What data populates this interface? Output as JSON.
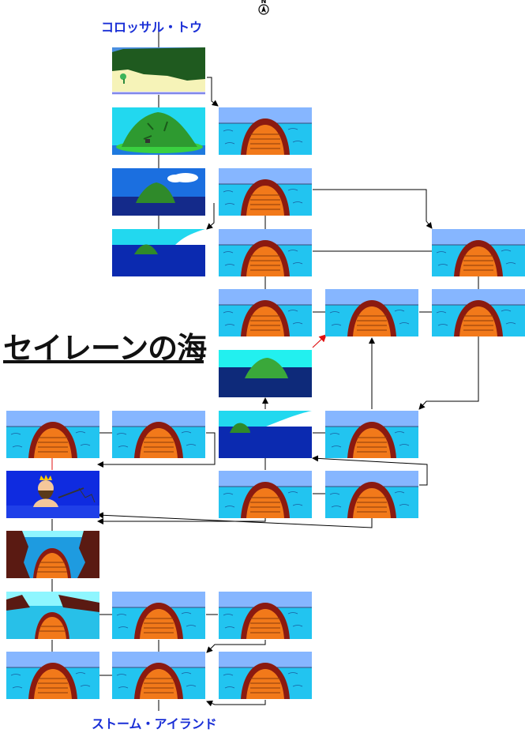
{
  "map": {
    "title": "セイレーンの海",
    "start_label": "コロッサル・トウ",
    "end_label": "ストーム・アイランド",
    "compass": "N"
  }
}
